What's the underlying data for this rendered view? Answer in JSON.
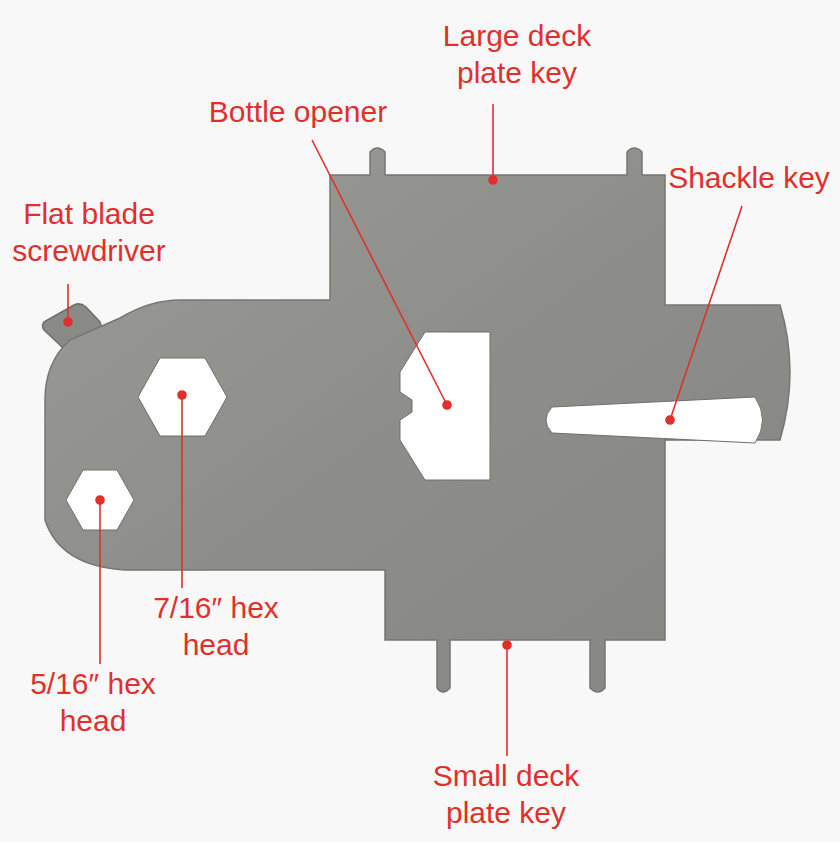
{
  "diagram": {
    "labels": [
      "Large deck plate key",
      "Bottle opener",
      "Shackle key",
      "Flat blade screwdriver",
      "7/16″ hex head",
      "5/16″ hex head",
      "Small deck plate key"
    ]
  }
}
